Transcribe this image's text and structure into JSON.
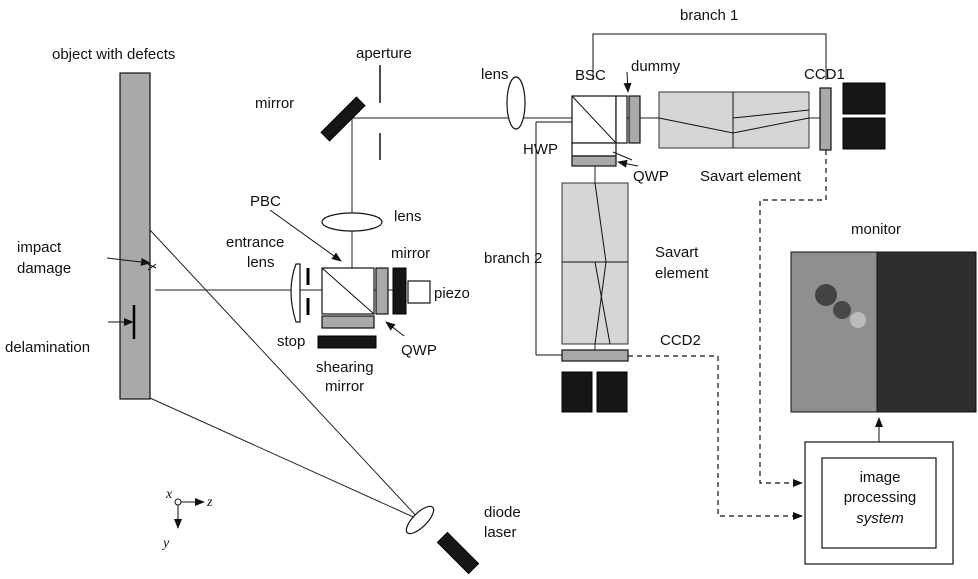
{
  "labels": {
    "object": "object with defects",
    "aperture": "aperture",
    "mirror_top": "mirror",
    "lens_top": "lens",
    "bsc": "BSC",
    "dummy": "dummy",
    "ccd1": "CCD1",
    "branch1": "branch 1",
    "hwp": "HWP",
    "qwp_top": "QWP",
    "savart_top": "Savart element",
    "pbc": "PBC",
    "lens_mid": "lens",
    "impact": "impact",
    "damage": "damage",
    "entrance": "entrance",
    "entrance_lens": "lens",
    "mirror_mid": "mirror",
    "piezo": "piezo",
    "delamination": "delamination",
    "stop": "stop",
    "qwp_bottom": "QWP",
    "shearing": "shearing",
    "shearing_mirror": "mirror",
    "branch2": "branch 2",
    "savart_mid_1": "Savart",
    "savart_mid_2": "element",
    "ccd2": "CCD2",
    "monitor": "monitor",
    "image_processing_1": "image",
    "image_processing_2": "processing",
    "image_processing_3": "system",
    "diode": "diode",
    "laser": "laser",
    "axis_x": "x",
    "axis_z": "z",
    "axis_y": "y"
  },
  "colors": {
    "background": "#ffffff",
    "component_gray": "#a9a9a9",
    "savart_fill": "#d6d6d6",
    "dark_fill": "#161616",
    "monitor_left": "#8f8f8f",
    "monitor_right": "#2e2e2e"
  }
}
